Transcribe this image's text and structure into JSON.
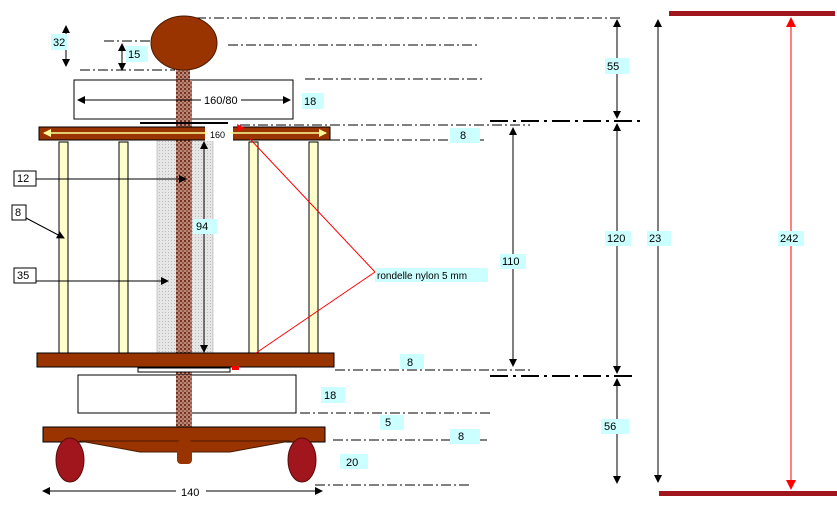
{
  "labels": {
    "dim_32": "32",
    "dim_15": "15",
    "dim_55": "55",
    "dim_160_80": "160/80",
    "dim_18_top": "18",
    "dim_160": "160",
    "dim_8_top": "8",
    "dim_12": "12",
    "dim_8_left": "8",
    "dim_94": "94",
    "dim_120": "120",
    "dim_23": "23",
    "dim_242": "242",
    "dim_110": "110",
    "dim_35": "35",
    "rondelle": "rondelle nylon 5 mm",
    "dim_8_mid": "8",
    "dim_18_bottom": "18",
    "dim_5": "5",
    "dim_8_bottom": "8",
    "dim_56": "56",
    "dim_20": "20",
    "dim_140": "140"
  },
  "colors": {
    "wood": "#993300",
    "dark_red": "#a0161c",
    "rod": "#b88a7a",
    "dowel": "#ffffcc",
    "tube": "#dddddd",
    "label_bg": "#ccffff",
    "arrow_red": "#ff0000"
  }
}
